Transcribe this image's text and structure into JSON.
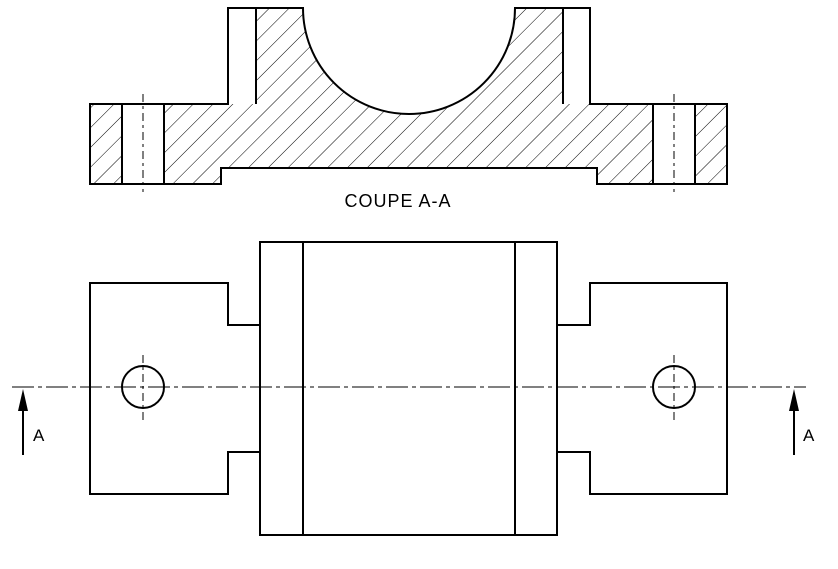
{
  "section_view": {
    "caption": "COUPE A-A"
  },
  "section_arrows": {
    "left_label": "A",
    "right_label": "A"
  }
}
